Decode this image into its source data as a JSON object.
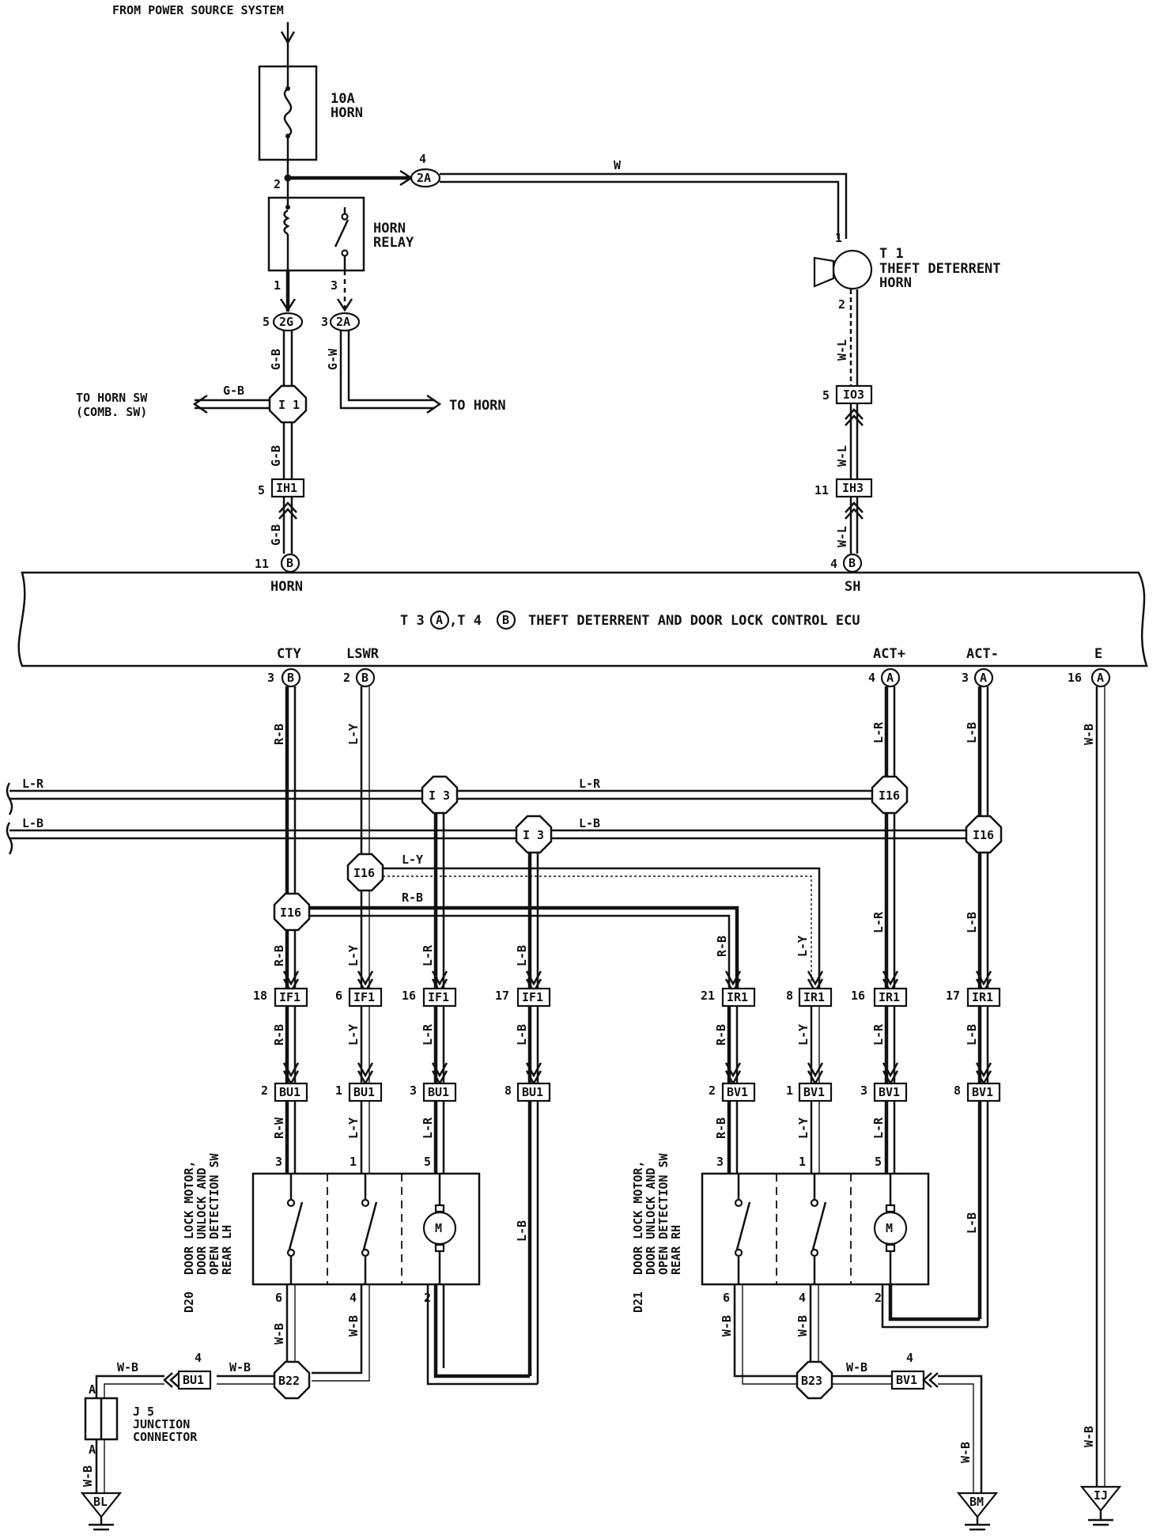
{
  "header": {
    "source_label": "FROM POWER SOURCE SYSTEM"
  },
  "fuse": {
    "line1": "10A",
    "line2": "HORN"
  },
  "relay": {
    "line1": "HORN",
    "line2": "RELAY"
  },
  "horn": {
    "id": "T 1",
    "line1": "THEFT DETERRENT",
    "line2": "HORN"
  },
  "targets": {
    "to_horn": "TO HORN",
    "to_horn_sw_1": "TO HORN SW",
    "to_horn_sw_2": "(COMB. SW)"
  },
  "ecu": {
    "title_pre": "T 3",
    "title_a": "A",
    "title_mid": ",T 4",
    "title_b": "B",
    "title_post": "THEFT DETERRENT AND DOOR LOCK CONTROL ECU",
    "terminals_top": [
      "HORN",
      "SH"
    ],
    "terminals_bottom": [
      "CTY",
      "LSWR",
      "ACT+",
      "ACT-",
      "E"
    ]
  },
  "pins": {
    "p2": "2",
    "p4": "4",
    "p1": "1",
    "p3": "3",
    "p5": "5",
    "p11": "11",
    "p16": "16",
    "p18": "18",
    "p6": "6",
    "p17": "17",
    "p21": "21",
    "p8": "8",
    "pA": "A"
  },
  "wire_colors": {
    "w": "W",
    "gb": "G-B",
    "gw": "G-W",
    "wl": "W-L",
    "rb": "R-B",
    "ly": "L-Y",
    "lr": "L-R",
    "lb": "L-B",
    "wb": "W-B",
    "rw": "R-W"
  },
  "connectors": {
    "c2a": "2A",
    "c2g": "2G",
    "i1": "I 1",
    "i3": "I 3",
    "i16": "I16",
    "ih1": "IH1",
    "ih3": "IH3",
    "io3": "IO3",
    "if1": "IF1",
    "ir1": "IR1",
    "bu1": "BU1",
    "bv1": "BV1",
    "b22": "B22",
    "b23": "B23",
    "a": "A",
    "b": "B"
  },
  "components": {
    "d20": [
      "D20",
      "DOOR LOCK MOTOR,",
      "DOOR UNLOCK AND",
      "OPEN DETECTION SW",
      "REAR LH"
    ],
    "d21": [
      "D21",
      "DOOR LOCK MOTOR,",
      "DOOR UNLOCK AND",
      "OPEN DETECTION SW",
      "REAR RH"
    ],
    "motor": "M",
    "j5_id": "J 5",
    "j5_line1": "JUNCTION",
    "j5_line2": "CONNECTOR"
  },
  "grounds": [
    "BL",
    "BM",
    "IJ"
  ]
}
